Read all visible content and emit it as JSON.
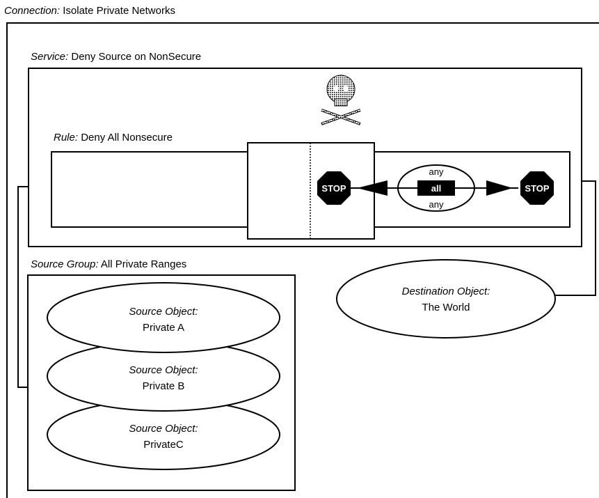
{
  "connection": {
    "prefix": "Connection:",
    "name": "Isolate Private Networks"
  },
  "service": {
    "prefix": "Service:",
    "name": "Deny Source on NonSecure"
  },
  "rule": {
    "prefix": "Rule:",
    "name": "Deny All Nonsecure"
  },
  "stop_left": "STOP",
  "stop_right": "STOP",
  "protocol": {
    "top": "any",
    "middle": "all",
    "bottom": "any"
  },
  "source_group": {
    "prefix": "Source Group:",
    "name": "All Private Ranges"
  },
  "source_objects": [
    {
      "prefix": "Source Object:",
      "name": "Private A"
    },
    {
      "prefix": "Source Object:",
      "name": "Private B"
    },
    {
      "prefix": "Source Object:",
      "name": "PrivateC"
    }
  ],
  "destination_object": {
    "prefix": "Destination Object:",
    "name": "The World"
  },
  "icons": {
    "service_icon": "skull-crossbones-icon",
    "stop_icon": "stop-sign-icon"
  }
}
